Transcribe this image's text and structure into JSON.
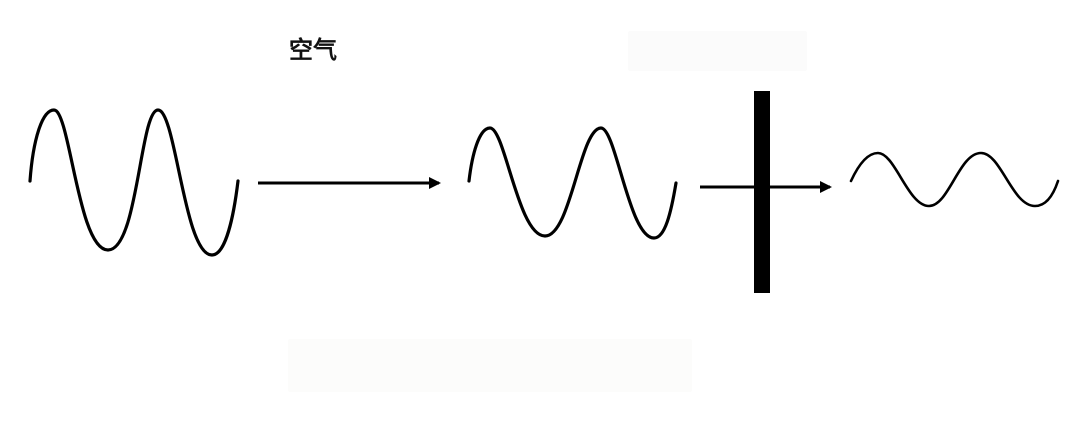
{
  "diagram": {
    "medium_label": "空气",
    "colors": {
      "stroke": "#000000",
      "background": "#ffffff"
    },
    "waves": [
      {
        "name": "incident-wave",
        "amplitude": "large"
      },
      {
        "name": "transmitted-wave",
        "amplitude": "medium"
      },
      {
        "name": "attenuated-wave",
        "amplitude": "small"
      }
    ],
    "barrier": {
      "name": "barrier-wall",
      "color": "#000000"
    }
  }
}
